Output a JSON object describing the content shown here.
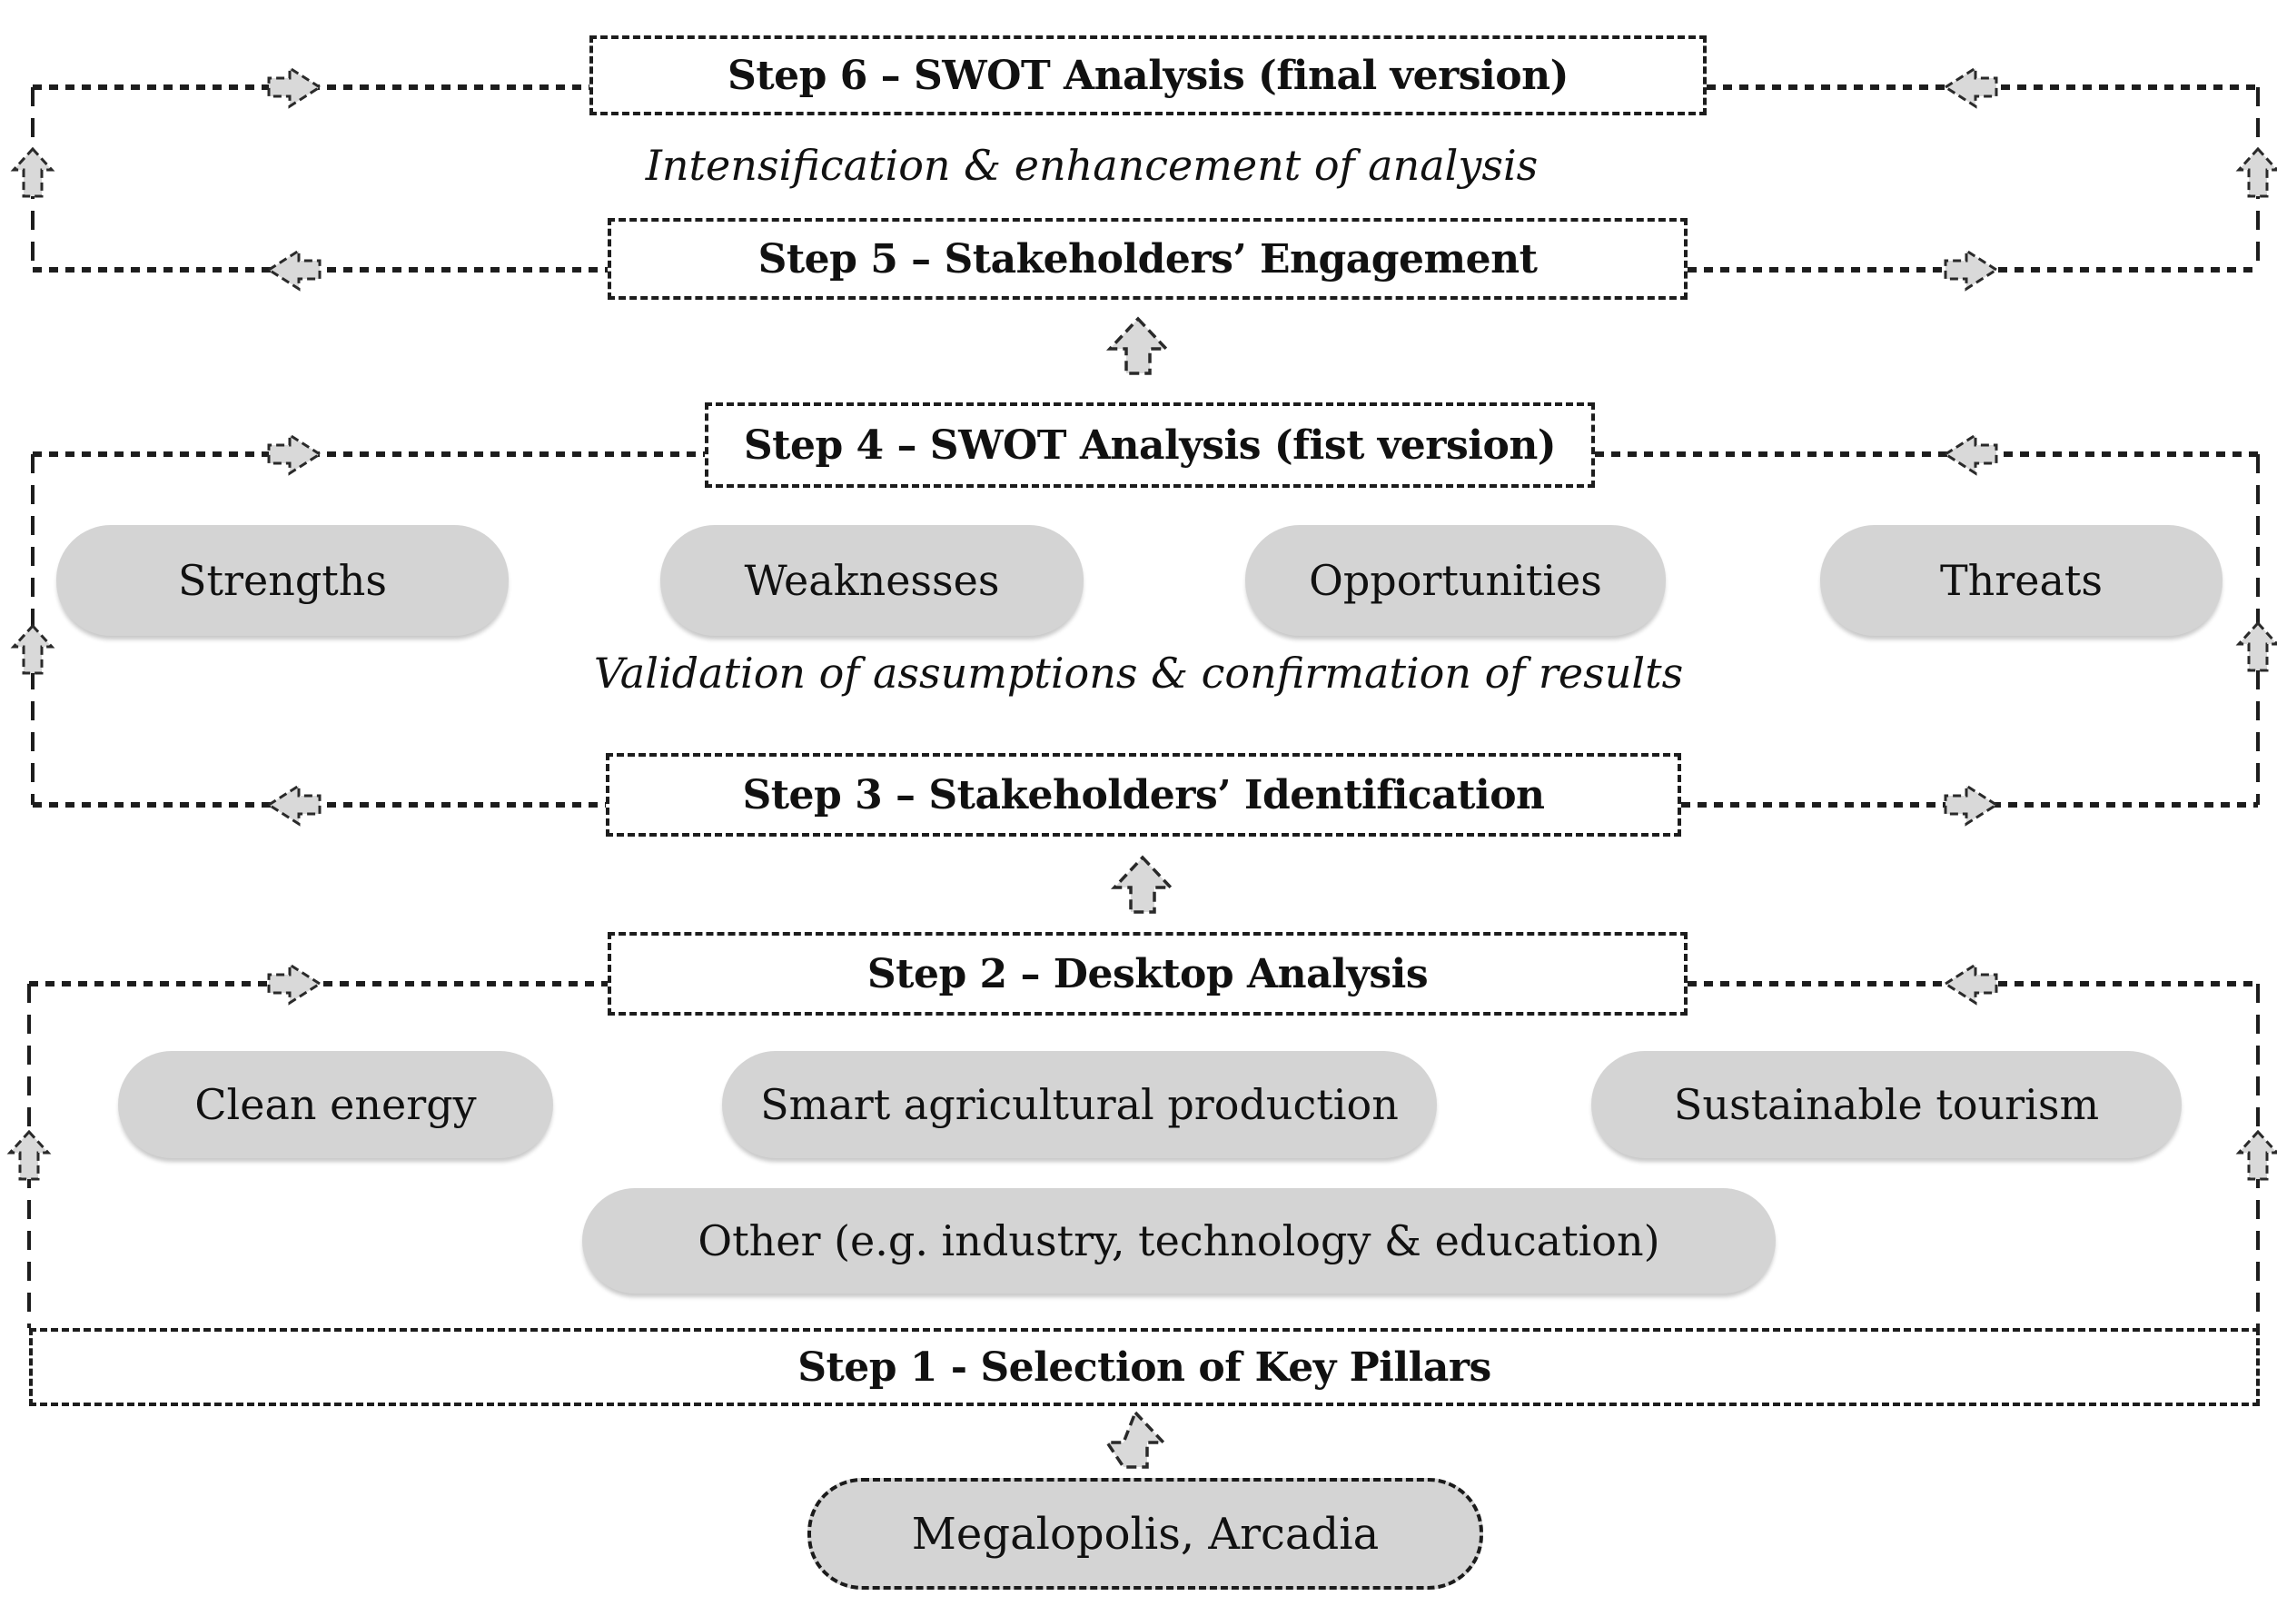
{
  "diagram": {
    "steps": {
      "step1": "Step 1 - Selection of Key Pillars",
      "step2": "Step 2 – Desktop Analysis",
      "step3": "Step 3 – Stakeholders’ Identification",
      "step4": "Step 4 – SWOT Analysis (fist version)",
      "step5": "Step 5 – Stakeholders’ Engagement",
      "step6": "Step 6 – SWOT Analysis (final version)"
    },
    "annotations": {
      "intensification": "Intensification & enhancement of analysis",
      "validation": "Validation of assumptions & confirmation of results"
    },
    "swot": {
      "strengths": "Strengths",
      "weaknesses": "Weaknesses",
      "opportunities": "Opportunities",
      "threats": "Threats"
    },
    "pillars": {
      "clean_energy": "Clean energy",
      "smart_agriculture": "Smart agricultural production",
      "sustainable_tourism": "Sustainable tourism",
      "other": "Other (e.g. industry, technology & education)"
    },
    "location": "Megalopolis, Arcadia",
    "colors": {
      "pill_fill": "#d4d4d4",
      "arrow_fill": "#d9d9d9",
      "line": "#1d1d1d",
      "text": "#111111"
    }
  }
}
